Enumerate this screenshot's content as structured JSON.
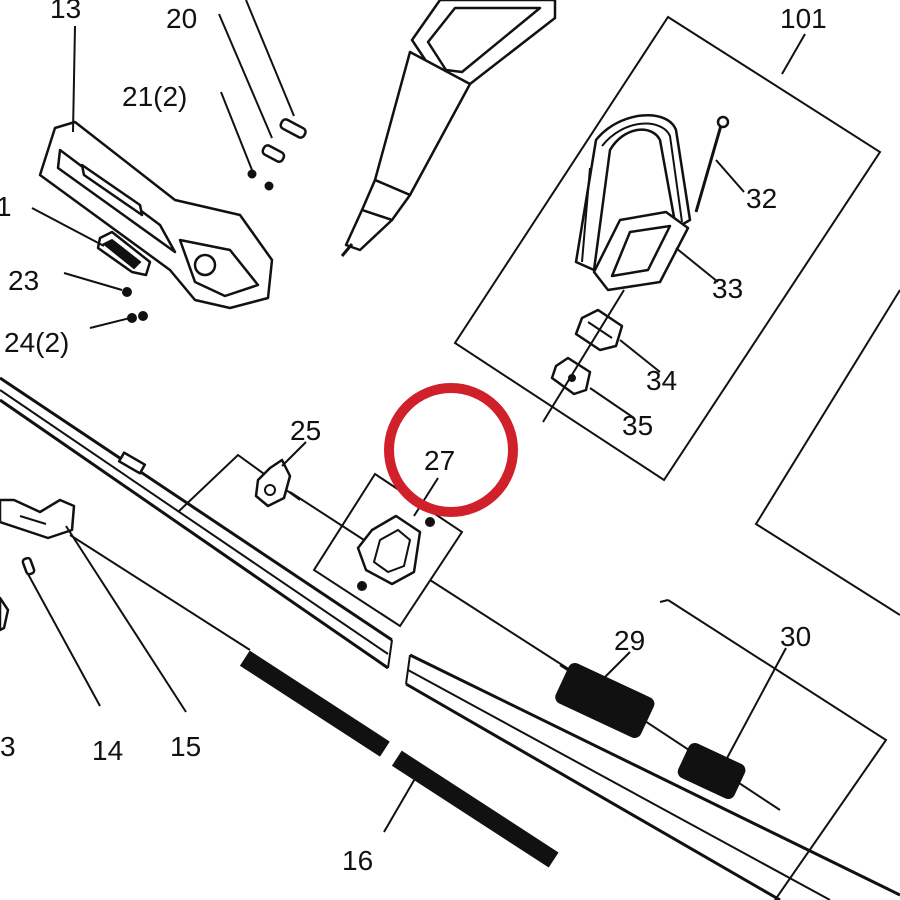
{
  "diagram": {
    "colors": {
      "line": "#111111",
      "highlight": "#d0202a",
      "background": "#ffffff"
    },
    "highlighted_part": "27",
    "labels": {
      "p13": "13",
      "p20": "20",
      "p21": "21(2)",
      "p101": "101",
      "p32": "32",
      "p33": "33",
      "p34": "34",
      "p35": "35",
      "p1": "1",
      "p23": "23",
      "p24": "24(2)",
      "p25": "25",
      "p27": "27",
      "p29": "29",
      "p30": "30",
      "p3": "3",
      "p14": "14",
      "p15": "15",
      "p16": "16"
    }
  }
}
